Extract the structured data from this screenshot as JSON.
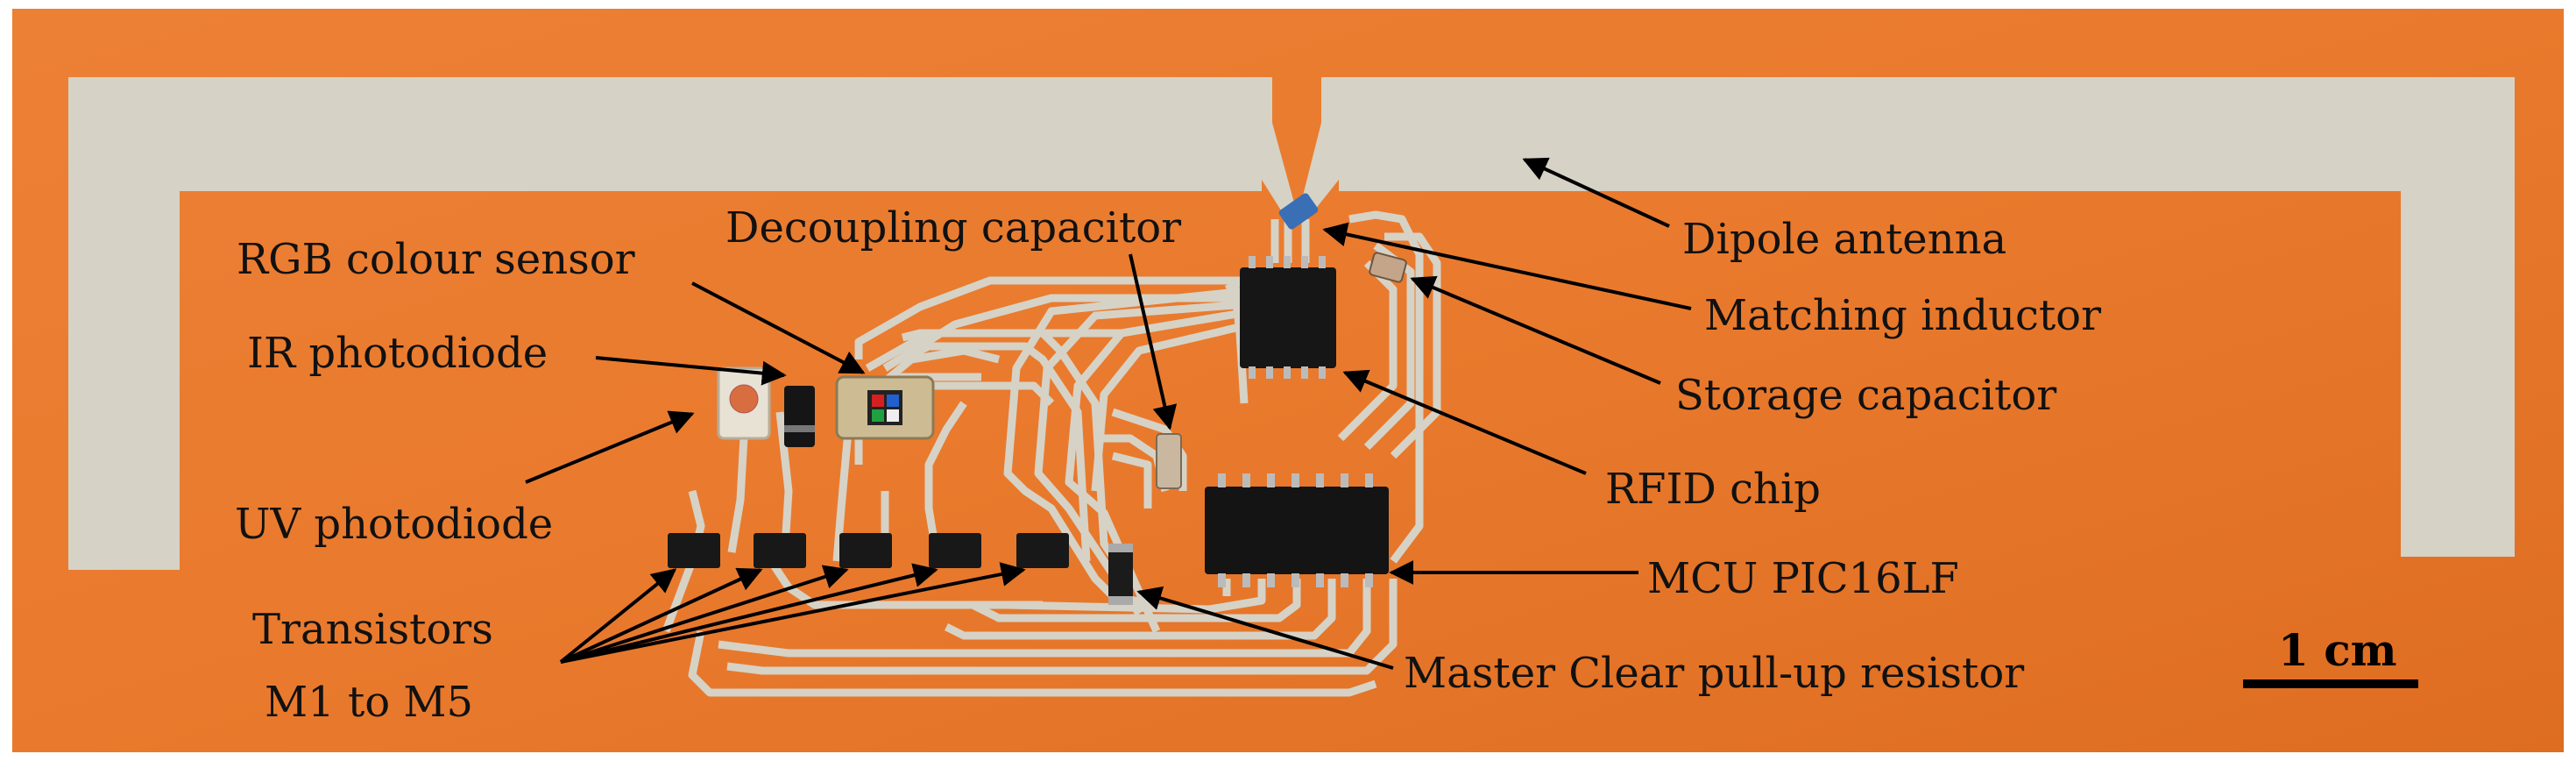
{
  "labels": {
    "rgb_sensor": "RGB colour sensor",
    "decoupling_capacitor": "Decoupling capacitor",
    "ir_photodiode": "IR photodiode",
    "uv_photodiode": "UV photodiode",
    "transistors_line1": "Transistors",
    "transistors_line2": "M1 to M5",
    "dipole_antenna": "Dipole antenna",
    "matching_inductor": "Matching inductor",
    "storage_capacitor": "Storage capacitor",
    "rfid_chip": "RFID chip",
    "mcu": "MCU PIC16LF",
    "master_clear": "Master Clear pull-up resistor"
  },
  "scale_bar": {
    "label": "1 cm"
  },
  "colors": {
    "substrate": "#e97a2d",
    "substrate_dark": "#d8661c",
    "trace": "#d6d2c6",
    "chip": "#141414",
    "arrow": "#000000"
  }
}
